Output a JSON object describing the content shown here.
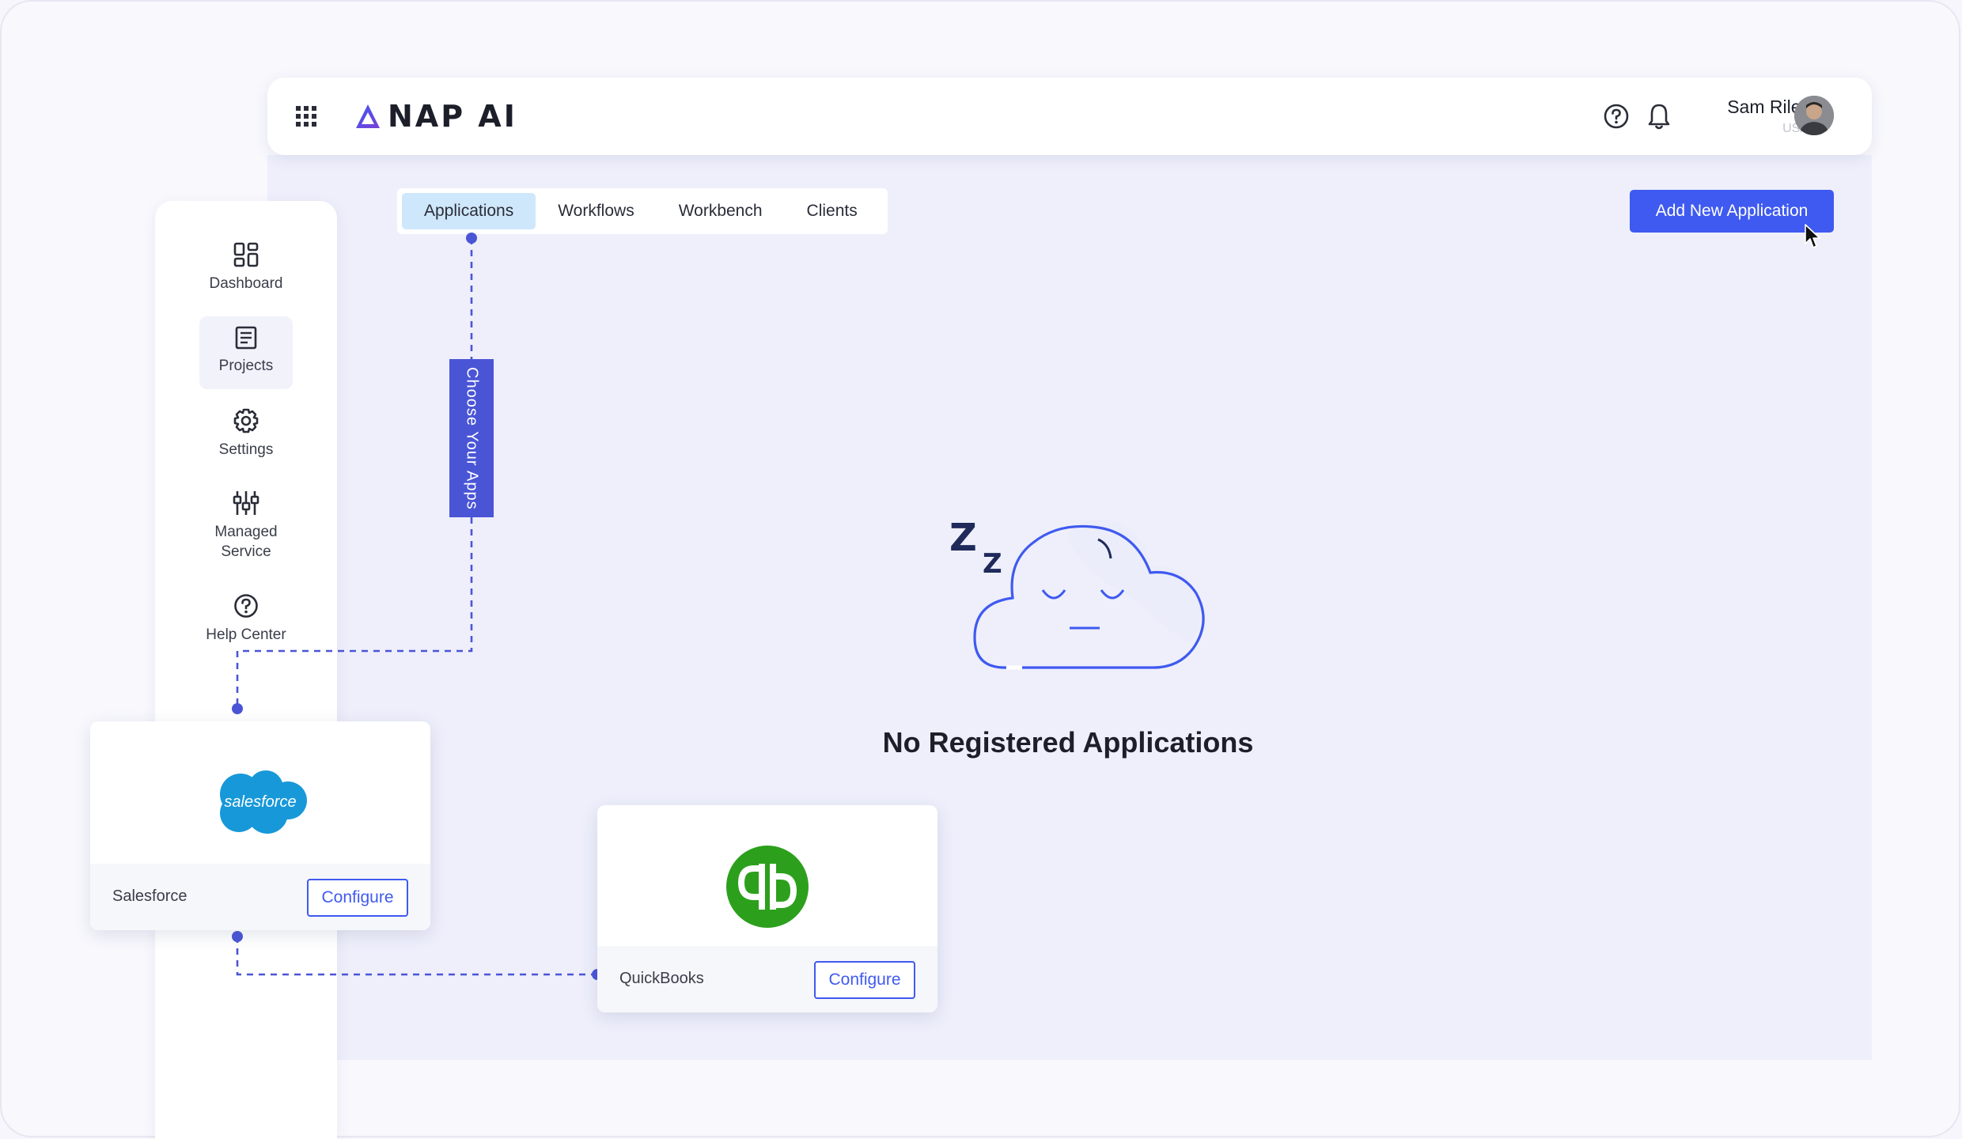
{
  "app": {
    "logo_text": "NAP AI"
  },
  "user": {
    "name": "Sam Riley",
    "location": "USA"
  },
  "sidebar": {
    "items": [
      {
        "label": "Dashboard",
        "icon": "dashboard-icon"
      },
      {
        "label": "Projects",
        "icon": "document-icon",
        "active": true
      },
      {
        "label": "Settings",
        "icon": "gear-icon"
      },
      {
        "label": "Managed Service",
        "icon": "sliders-icon"
      },
      {
        "label": "Help Center",
        "icon": "help-icon"
      }
    ]
  },
  "tabs": [
    {
      "label": "Applications",
      "active": true
    },
    {
      "label": "Workflows"
    },
    {
      "label": "Workbench"
    },
    {
      "label": "Clients"
    }
  ],
  "actions": {
    "add_new_label": "Add New Application"
  },
  "callout": {
    "label": "Choose Your Apps"
  },
  "empty_state": {
    "title": "No Registered Applications",
    "zzz": [
      "Z",
      "Z"
    ]
  },
  "cards": [
    {
      "name": "Salesforce",
      "logo_text": "salesforce",
      "configure_label": "Configure",
      "brand_color": "#1798d9"
    },
    {
      "name": "QuickBooks",
      "configure_label": "Configure",
      "brand_color": "#2ca01c"
    }
  ],
  "colors": {
    "primary": "#3f5af0",
    "callout": "#4a55d6",
    "active_tab": "#cfe7fb"
  }
}
